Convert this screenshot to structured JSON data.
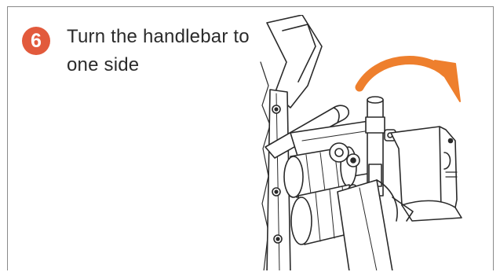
{
  "step": {
    "number": "6",
    "instruction": "Turn the handlebar to one side",
    "badge_color": "#e25a3c",
    "arrow_color": "#ee7f2d"
  },
  "illustration": {
    "subject": "folding handlebar hinge",
    "arrow_icon": "curved-arrow-icon"
  }
}
